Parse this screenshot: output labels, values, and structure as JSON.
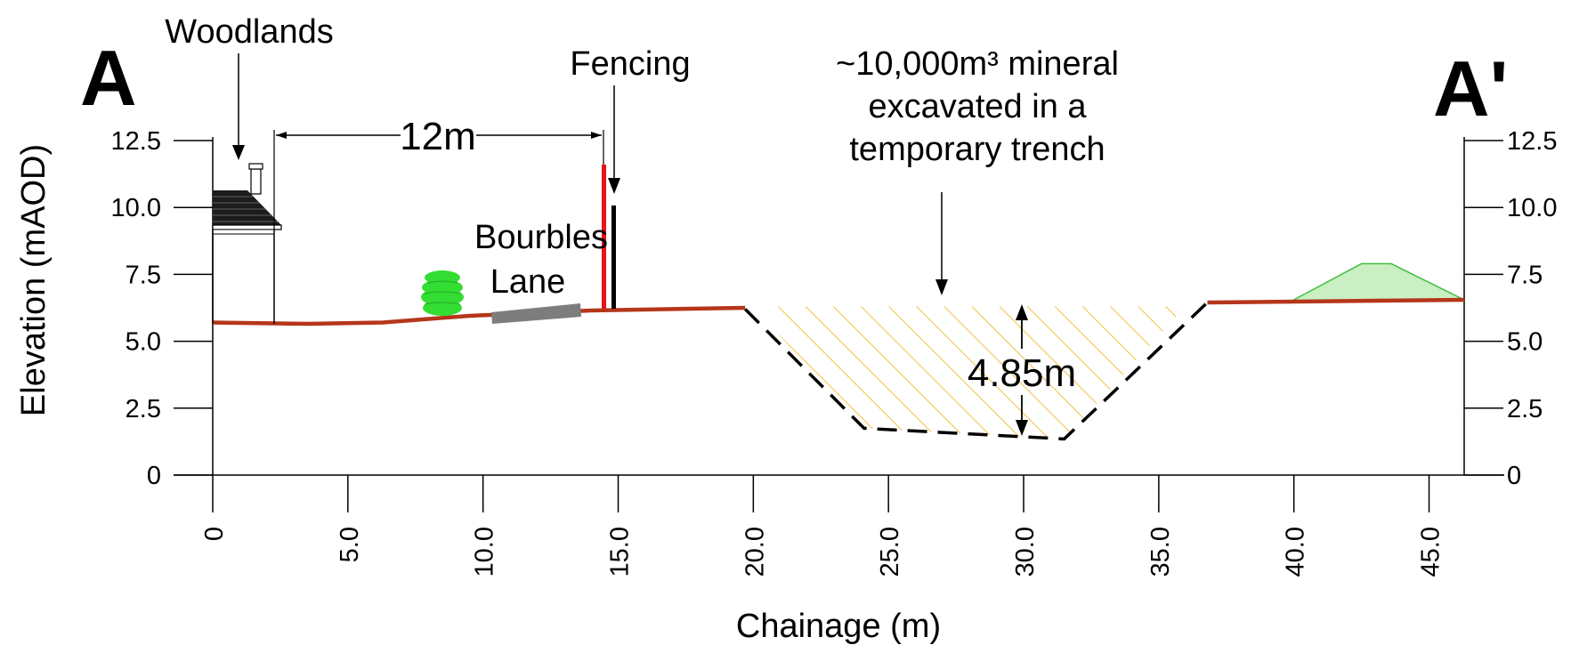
{
  "section": {
    "start_label": "A",
    "end_label": "A'"
  },
  "axes": {
    "x_title": "Chainage (m)",
    "y_title": "Elevation (mAOD)",
    "x_range": [
      0,
      46.3
    ],
    "y_range": [
      0,
      12.5
    ],
    "x_ticks": [
      "0",
      "5.0",
      "10.0",
      "15.0",
      "20.0",
      "25.0",
      "30.0",
      "35.0",
      "40.0",
      "45.0"
    ],
    "x_tick_values": [
      0,
      5,
      10,
      15,
      20,
      25,
      30,
      35,
      40,
      45
    ],
    "y_ticks_left": [
      "0",
      "2.5",
      "5.0",
      "7.5",
      "10.0",
      "12.5"
    ],
    "y_ticks_right": [
      "0",
      "2.5",
      "5.0",
      "7.5",
      "10.0",
      "12.5"
    ],
    "y_tick_values": [
      0,
      2.5,
      5,
      7.5,
      10,
      12.5
    ]
  },
  "ground_profile": [
    [
      0,
      5.7
    ],
    [
      3.5,
      5.65
    ],
    [
      6.3,
      5.7
    ],
    [
      9.5,
      5.95
    ],
    [
      14,
      6.15
    ],
    [
      19.7,
      6.25
    ]
  ],
  "ground_profile_east": [
    [
      36.8,
      6.45
    ],
    [
      46.3,
      6.55
    ]
  ],
  "trench": {
    "outline": [
      [
        19.7,
        6.2
      ],
      [
        24.1,
        1.75
      ],
      [
        31.5,
        1.35
      ],
      [
        36.8,
        6.45
      ]
    ],
    "top_level": 6.3,
    "depth_label": "4.85m"
  },
  "mound": [
    [
      39.9,
      6.5
    ],
    [
      42.5,
      7.9
    ],
    [
      43.6,
      7.9
    ],
    [
      46.3,
      6.55
    ]
  ],
  "annotations": {
    "woodlands": "Woodlands",
    "fencing": "Fencing",
    "road_line1": "Bourbles",
    "road_line2": "Lane",
    "distance": "12m",
    "excavation_line1": "~10,000m³ mineral",
    "excavation_line2": "excavated in a",
    "excavation_line3": "temporary trench"
  },
  "colors": {
    "ground": "#b5361a",
    "hatch": "#f2c23c",
    "mound_fill": "#c9efc2",
    "mound_stroke": "#3fbf3f",
    "tree": "#33dd33",
    "road": "#7d7d7d",
    "fence_red": "#e8141a"
  }
}
